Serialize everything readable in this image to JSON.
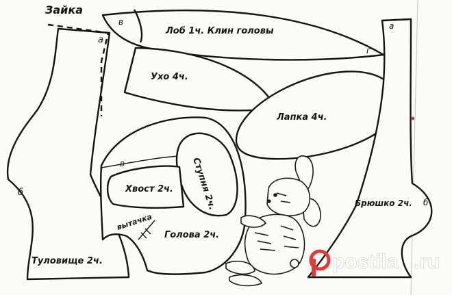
{
  "title": "Зайка",
  "pieces": {
    "head_wedge": "Лоб 1ч.  Клин головы",
    "ear": "Ухо 4ч.",
    "paw": "Лапка 4ч.",
    "sole": "Ступня 2ч.",
    "tail": "Хвост 2ч.",
    "dart": "вытачка",
    "head": "Голова 2ч.",
    "belly": "Брюшко 2ч.",
    "body": "Туловище 2ч."
  },
  "markers": {
    "a_body": "а",
    "b_body": "б",
    "v_wedge": "в",
    "g_wedge": "г",
    "v_head": "в",
    "a_belly": "а",
    "b_belly": "б"
  },
  "watermark": {
    "brand": "postila",
    "tld": ".ru",
    "colors": {
      "brand": "#ffffff",
      "mark": "#e53935"
    }
  },
  "colors": {
    "paper": "#fbfbf8",
    "line": "#141414",
    "background": "#e8e6e1"
  }
}
